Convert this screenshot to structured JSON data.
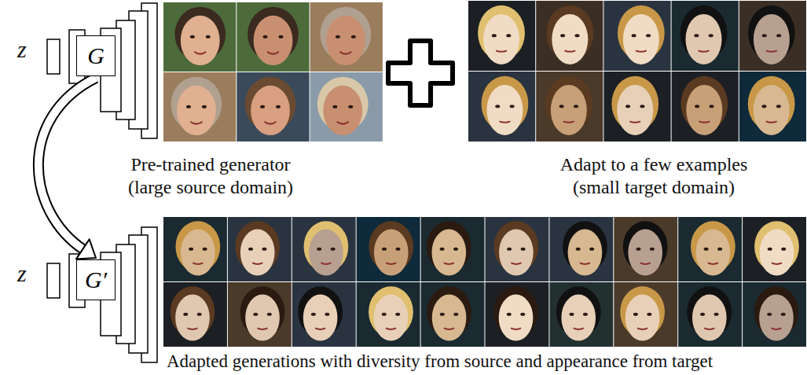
{
  "diagram": {
    "nodes": [
      {
        "text": [
          "G"
        ]
      },
      {
        "text": [
          "G′"
        ]
      }
    ],
    "edges": [
      {
        "from": 0,
        "to": 1,
        "arrow": "to"
      }
    ],
    "labels": [
      "z",
      "Pre-trained generator",
      "(large source domain)",
      "Adapt to a few examples",
      "(small target domain)",
      "z",
      "Adapted generations with diversity from source and appearance from target"
    ]
  }
}
